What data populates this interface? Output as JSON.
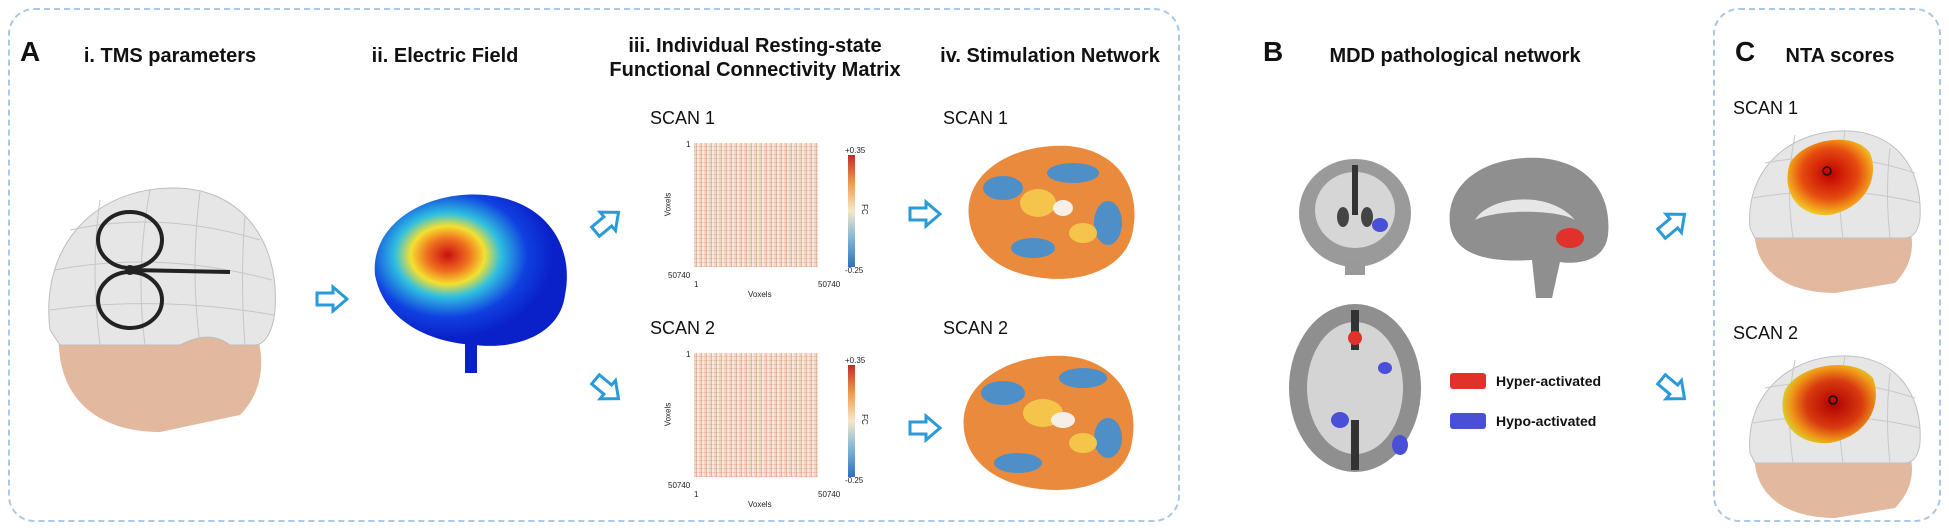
{
  "panel_a": {
    "letter": "A",
    "step1_title": "i. TMS parameters",
    "step2_title": "ii. Electric Field",
    "step3_title_line1": "iii. Individual Resting-state",
    "step3_title_line2": "Functional Connectivity Matrix",
    "step4_title": "iv. Stimulation Network",
    "scan1_label": "SCAN 1",
    "scan2_label": "SCAN 2",
    "matrix": {
      "y_axis_label": "Voxels",
      "x_axis_label": "Voxels",
      "tick_start": "1",
      "tick_end": "50740",
      "colorbar_max": "+0.35",
      "colorbar_min": "-0.25",
      "colorbar_label": "FC"
    }
  },
  "panel_b": {
    "letter": "B",
    "title": "MDD pathological network",
    "legend": [
      {
        "label": "Hyper-activated",
        "color": "#e0322b"
      },
      {
        "label": "Hypo-activated",
        "color": "#4a4fd8"
      }
    ]
  },
  "panel_c": {
    "letter": "C",
    "title": "NTA scores",
    "scan1_label": "SCAN 1",
    "scan2_label": "SCAN 2"
  },
  "colors": {
    "panel_border": "#aac8e4",
    "arrow": "#2a9ad8",
    "skin": "#e2b89e",
    "head_mesh": "#e6e6e6"
  }
}
